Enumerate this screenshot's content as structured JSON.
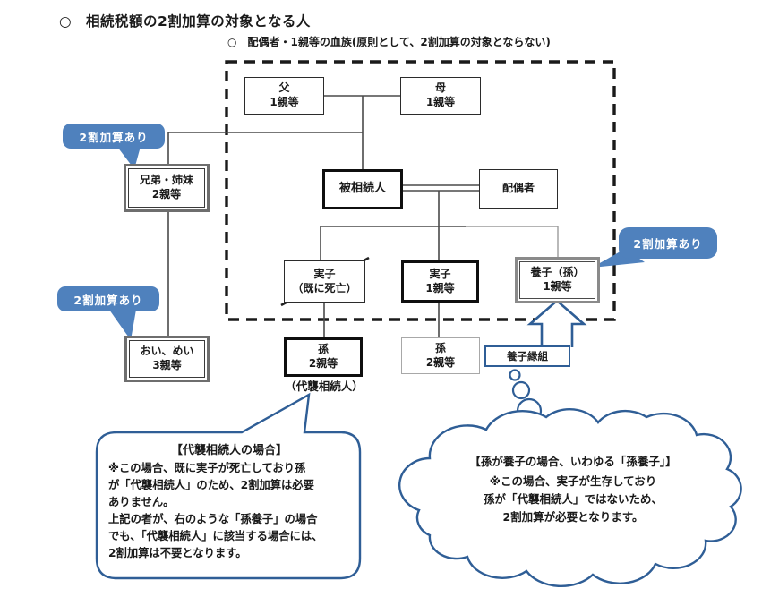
{
  "page": {
    "title": "○　相続税額の2割加算の対象となる人",
    "section_note": "○　配偶者・1親等の血族(原則として、2割加算の対象とならない)"
  },
  "nodes": {
    "father": "父\n1親等",
    "mother": "母\n1親等",
    "decedent": "被相続人",
    "spouse": "配偶者",
    "siblings": "兄弟・姉妹\n2親等",
    "deceased_child": "実子\n（既に死亡）",
    "biological_child": "実子\n1親等",
    "adopted_grandchild": "養子（孫）\n1親等",
    "nephew_niece": "おい、めい\n3親等",
    "grandchild_heir": "孫\n2親等",
    "grandchild_heir_caption": "（代襲相続人）",
    "grandchild_adopted_side": "孫\n2親等",
    "adoption_link": "養子縁組"
  },
  "badges": {
    "surcharge_label": "2割加算あり"
  },
  "speech_bubble": {
    "title": "【代襲相続人の場合】",
    "body": "※この場合、既に実子が死亡しており孫\nが「代襲相続人」のため、2割加算は必要\nありません。\n上記の者が、右のような「孫養子」の場合\nでも、「代襲相続人」に該当する場合には、\n2割加算は不要となります。"
  },
  "cloud_bubble": {
    "title": "【孫が養子の場合、いわゆる「孫養子」】",
    "body": "※この場合、実子が生存しており\n孫が「代襲相続人」ではないため、\n2割加算が必要となります。"
  },
  "colors": {
    "badge_blue": "#4f81bd",
    "shape_blue": "#2f5e96",
    "line_dark": "#4a4a4a",
    "line_gray": "#9b9b9b",
    "dashed_border": "#1a1a1a"
  }
}
